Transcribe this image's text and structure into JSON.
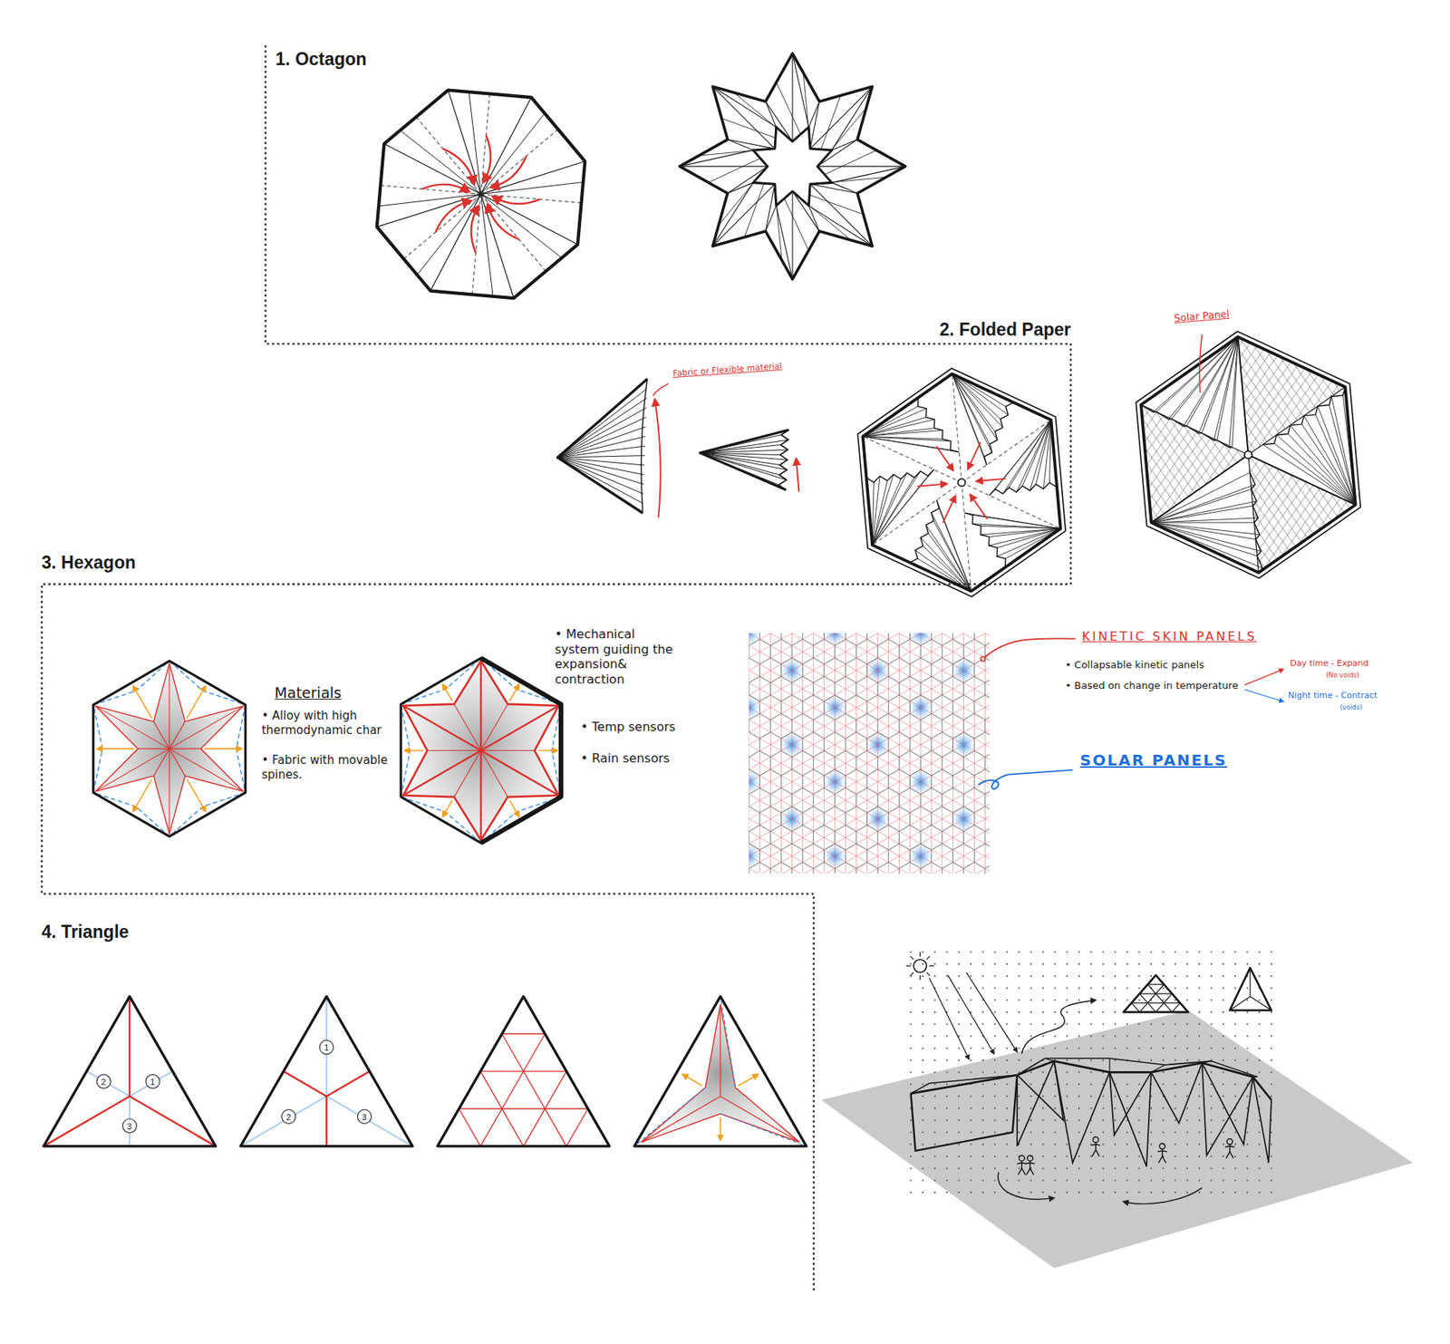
{
  "diagram": {
    "labels": [
      "1. Octagon",
      "2. Folded Paper",
      "Fabric or Flexible material",
      "Solar Panel",
      "3. Hexagon",
      "Materials",
      "• Alloy with high thermodynamic char",
      "• Fabric with movable spines.",
      "• Mechanical system guiding the expansion& contraction",
      "• Temp sensors",
      "• Rain sensors",
      "KINETIC SKIN PANELS",
      "• Collapsable kinetic panels",
      "• Based on change in temperature",
      "Day time - Expand",
      "(No voids)",
      "Night time - Contract",
      "(voids)",
      "SOLAR PANELS",
      "4. Triangle",
      "2",
      "1",
      "3",
      "1",
      "2",
      "3"
    ]
  }
}
